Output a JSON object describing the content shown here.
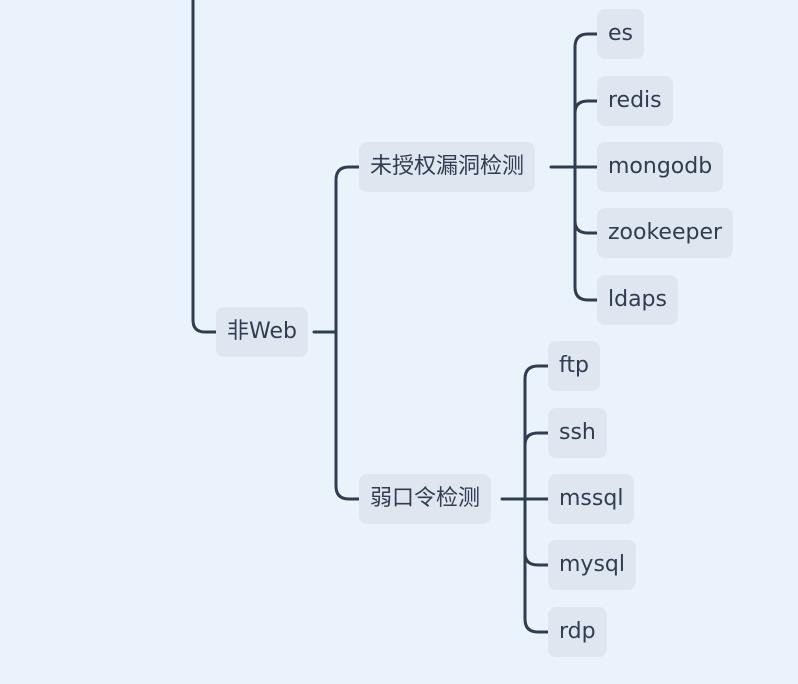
{
  "line_color": "#2f3d52",
  "node_fill": "#dfe6f0",
  "background": "#eaf2fb",
  "mindmap": {
    "nonweb": "非Web",
    "unauth": {
      "label": "未授权漏洞检测",
      "children": [
        "es",
        "redis",
        "mongodb",
        "zookeeper",
        "ldaps"
      ]
    },
    "weakpass": {
      "label": "弱口令检测",
      "children": [
        "ftp",
        "ssh",
        "mssql",
        "mysql",
        "rdp"
      ]
    }
  }
}
